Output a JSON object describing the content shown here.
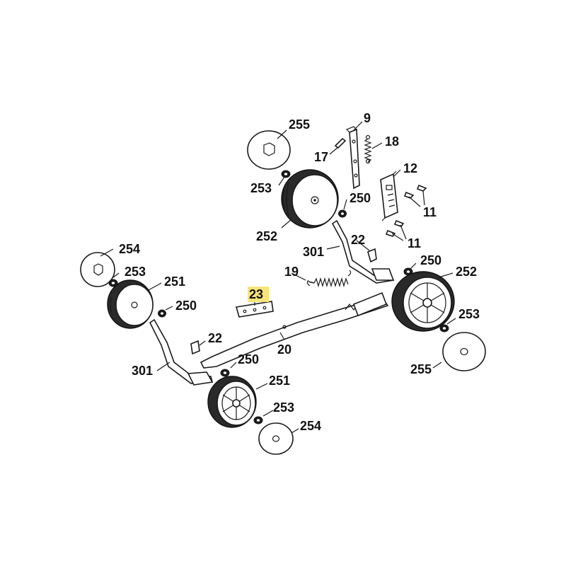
{
  "labels": {
    "l255a": "255",
    "l9": "9",
    "l18": "18",
    "l17": "17",
    "l12": "12",
    "l253a": "253",
    "l250a": "250",
    "l11a": "11",
    "l252a": "252",
    "l11b": "11",
    "l22a": "22",
    "l301a": "301",
    "l250b": "250",
    "l254a": "254",
    "l19": "19",
    "l252b": "252",
    "l253b": "253",
    "l251a": "251",
    "l23": "23",
    "l250c": "250",
    "l253c": "253",
    "l22b": "22",
    "l20": "20",
    "l255b": "255",
    "l301b": "301",
    "l250d": "250",
    "l251b": "251",
    "l253d": "253",
    "l254b": "254"
  },
  "highlight": {
    "part": "23",
    "color": "#f7e47a"
  },
  "colors": {
    "line": "#1a1a1a",
    "background": "#ffffff"
  }
}
